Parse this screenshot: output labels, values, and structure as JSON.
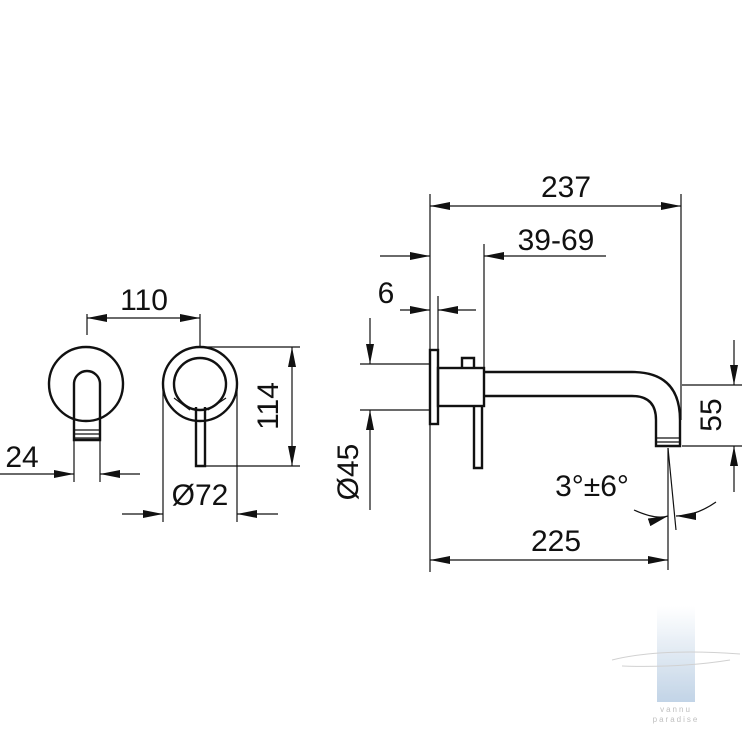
{
  "dimensions": {
    "overall_length": "237",
    "wall_depth_range": "39-69",
    "plate_thickness": "6",
    "spout_height": "55",
    "spout_angle": "3°±6°",
    "spout_reach": "225",
    "plate_diameter_side": "Ø45",
    "center_distance": "110",
    "handle_height": "114",
    "rosette_diameter": "Ø72",
    "spout_width": "24"
  },
  "watermark": {
    "brand": "vannu",
    "tagline": "paradise"
  }
}
